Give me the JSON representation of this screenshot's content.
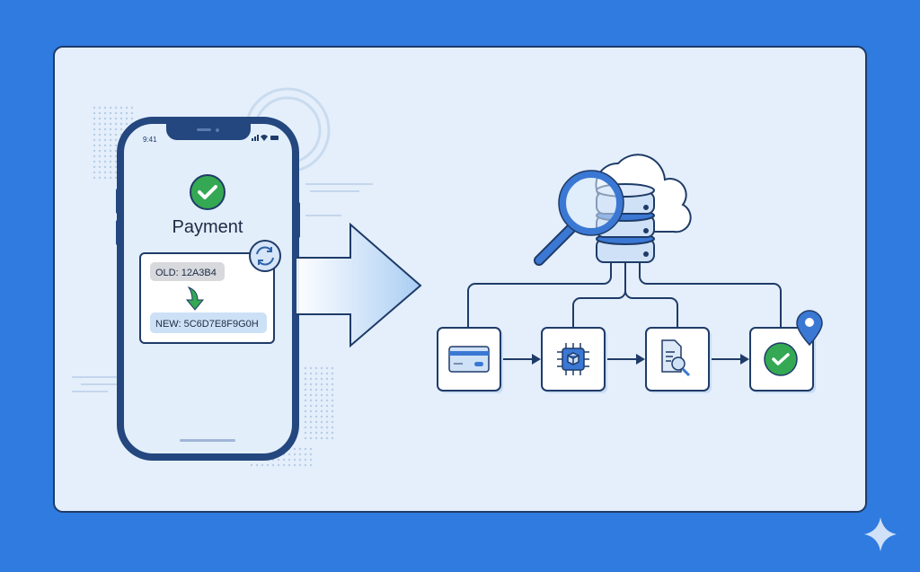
{
  "phone": {
    "time": "9:41",
    "title": "Payment",
    "old_label": "OLD: 12A3B4",
    "new_label": "NEW: 5C6D7E8F9G0H"
  },
  "pipeline": {
    "steps": [
      "card-icon",
      "chip-icon",
      "document-search-icon",
      "check-icon"
    ]
  },
  "colors": {
    "background": "#2f7be0",
    "panel": "#e4effb",
    "outline": "#1f3b68",
    "accent": "#3a78d4",
    "success": "#34a853"
  }
}
